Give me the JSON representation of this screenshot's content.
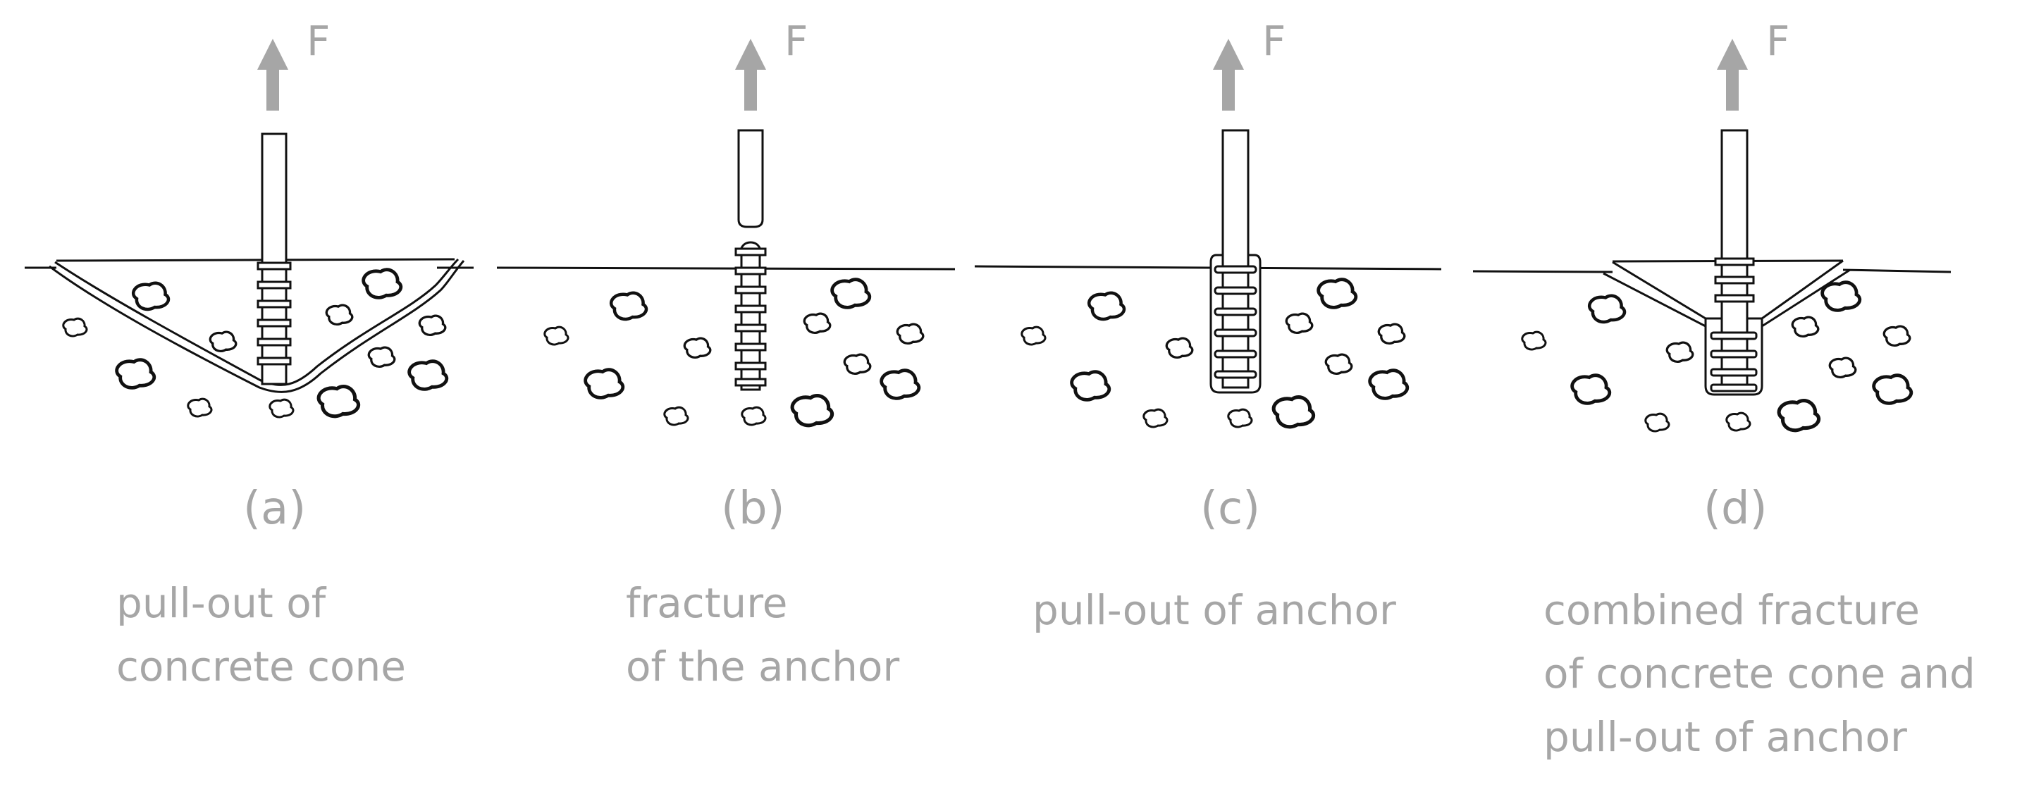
{
  "figure": {
    "force_symbol": "F",
    "panels": [
      {
        "id": "a",
        "label": "(a)",
        "caption": [
          "pull-out of",
          "concrete cone"
        ]
      },
      {
        "id": "b",
        "label": "(b)",
        "caption": [
          "fracture",
          "of the anchor"
        ]
      },
      {
        "id": "c",
        "label": "(c)",
        "caption": [
          "pull-out of anchor"
        ]
      },
      {
        "id": "d",
        "label": "(d)",
        "caption": [
          "combined fracture",
          "of concrete cone and",
          "pull-out of anchor"
        ]
      }
    ]
  },
  "colors": {
    "line": "#111111",
    "arrow": "#a6a6a6",
    "text": "#a6a6a6",
    "background": "#ffffff"
  }
}
